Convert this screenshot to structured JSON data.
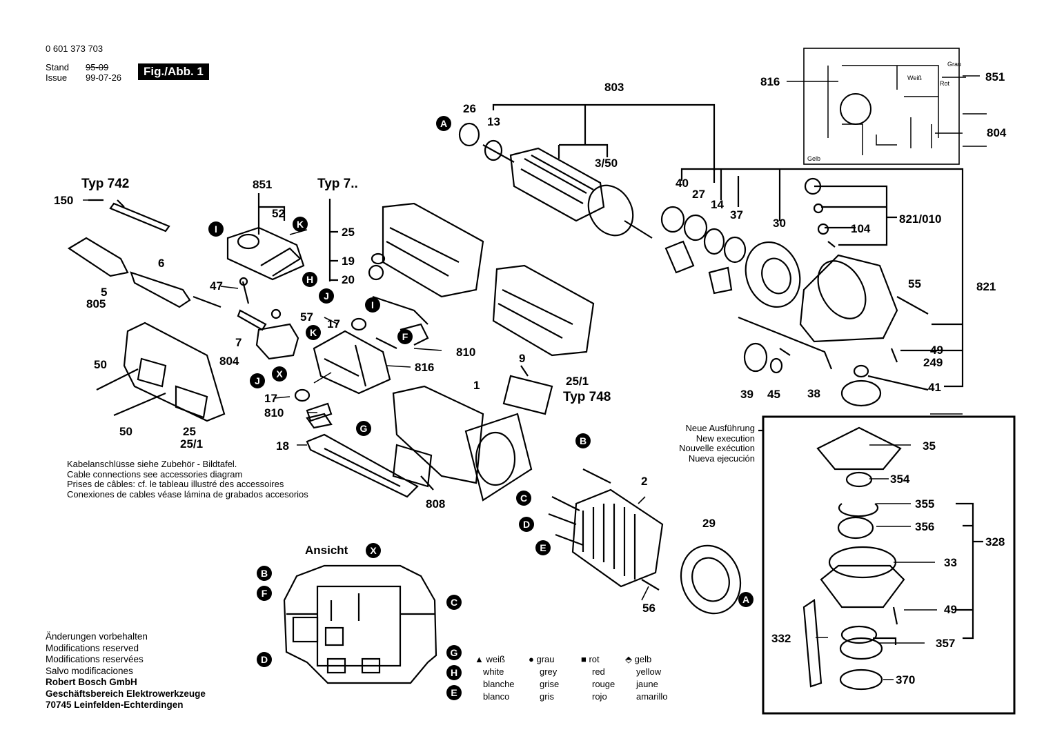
{
  "header": {
    "doc_number": "0 601 373 703",
    "stand_label": "Stand",
    "issue_label": "Issue",
    "stand_value": "95-09",
    "issue_value": "99-07-26",
    "figure_label": "Fig./Abb. 1"
  },
  "cable_note": [
    "Kabelanschlüsse siehe Zubehör - Bildtafel.",
    "Cable connections see accessories diagram",
    "Prises de câbles: cf. le tableau illustré des accessoires",
    "Conexiones de cables véase lámina de grabados accesorios"
  ],
  "footer_note": [
    "Änderungen vorbehalten",
    "Modifications reserved",
    "Modifications reservées",
    "Salvo modificaciones",
    "Robert Bosch GmbH",
    "Geschäftsbereich Elektrowerkzeuge",
    "70745 Leinfelden-Echterdingen"
  ],
  "new_execution": [
    "Neue Ausführung",
    "New execution",
    "Nouvelle exécution",
    "Nueva ejecución"
  ],
  "ansicht": "Ansicht",
  "type_labels": {
    "typ742": "Typ 742",
    "typ7": "Typ 7..",
    "typ748": "Typ 748",
    "t251": "25/1"
  },
  "wire_colors": {
    "grau": "Grau",
    "weiss": "Weiß",
    "rot": "Rot",
    "gelb": "Gelb"
  },
  "legend": {
    "white": [
      "▲ weiß",
      "white",
      "blanche",
      "blanco"
    ],
    "grey": [
      "● grau",
      "grey",
      "grise",
      "gris"
    ],
    "red": [
      "■ rot",
      "red",
      "rouge",
      "rojo"
    ],
    "yellow": [
      "⬘ gelb",
      "yellow",
      "jaune",
      "amarillo"
    ]
  },
  "callouts": {
    "c803": "803",
    "c26": "26",
    "c13": "13",
    "c350": "3/50",
    "c40": "40",
    "c27": "27",
    "c14": "14",
    "c37": "37",
    "c30": "30",
    "c821010": "821/010",
    "c104": "104",
    "c821": "821",
    "c55": "55",
    "c49a": "49",
    "c249": "249",
    "c41": "41",
    "c38": "38",
    "c39": "39",
    "c45": "45",
    "c816a": "816",
    "c851a": "851",
    "c804a": "804",
    "c150": "150",
    "c5": "5",
    "c805": "805",
    "c6": "6",
    "c851b": "851",
    "c52": "52",
    "c47": "47",
    "c57": "57",
    "c7": "7",
    "c804b": "804",
    "c25a": "25",
    "c19": "19",
    "c20": "20",
    "c17a": "17",
    "c810a": "810",
    "c816b": "816",
    "c9": "9",
    "c1": "1",
    "c17b": "17",
    "c810b": "810",
    "c18": "18",
    "c808": "808",
    "c50a": "50",
    "c50b": "50",
    "c25b": "25",
    "c251b": "25/1",
    "c2": "2",
    "c29": "29",
    "c56": "56",
    "c35": "35",
    "c354": "354",
    "c355": "355",
    "c356": "356",
    "c328": "328",
    "c33": "33",
    "c49b": "49",
    "c332": "332",
    "c357": "357",
    "c370": "370"
  },
  "markers": {
    "A": "A",
    "B": "B",
    "C": "C",
    "D": "D",
    "E": "E",
    "F": "F",
    "G": "G",
    "H": "H",
    "I": "I",
    "J": "J",
    "K": "K",
    "X": "X"
  }
}
